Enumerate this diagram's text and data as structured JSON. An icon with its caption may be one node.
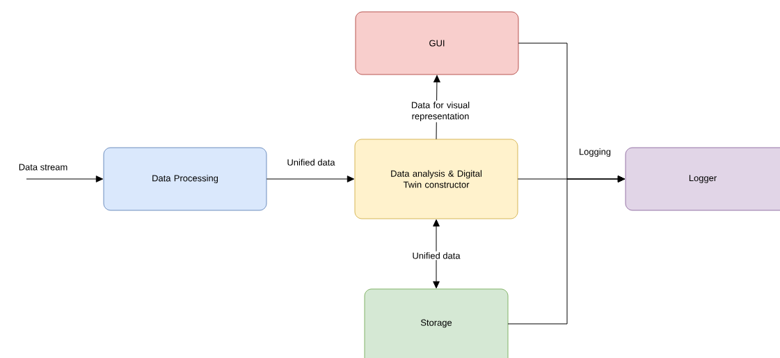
{
  "diagram": {
    "nodes": [
      {
        "text": [
          "GUI"
        ]
      },
      {
        "text": [
          "Data Processing"
        ]
      },
      {
        "text": [
          "Data analysis & Digital Twin constructor"
        ]
      },
      {
        "text": [
          "Logger"
        ]
      },
      {
        "text": [
          "Storage"
        ]
      }
    ],
    "edges": [
      {
        "from": null,
        "to": 1,
        "arrow": "to",
        "label": "Data stream"
      },
      {
        "from": 1,
        "to": 2,
        "arrow": "to",
        "label": "Unified data"
      },
      {
        "from": 2,
        "to": 0,
        "arrow": "to",
        "label": "Data for visual representation"
      },
      {
        "from": 2,
        "to": 3,
        "arrow": "to",
        "label": "Logging"
      },
      {
        "from": 0,
        "to": 3,
        "arrow": "to"
      },
      {
        "from": 4,
        "to": 3,
        "arrow": "to"
      },
      {
        "from": 2,
        "to": 4,
        "arrow": "both",
        "label": "Unified data"
      }
    ]
  }
}
